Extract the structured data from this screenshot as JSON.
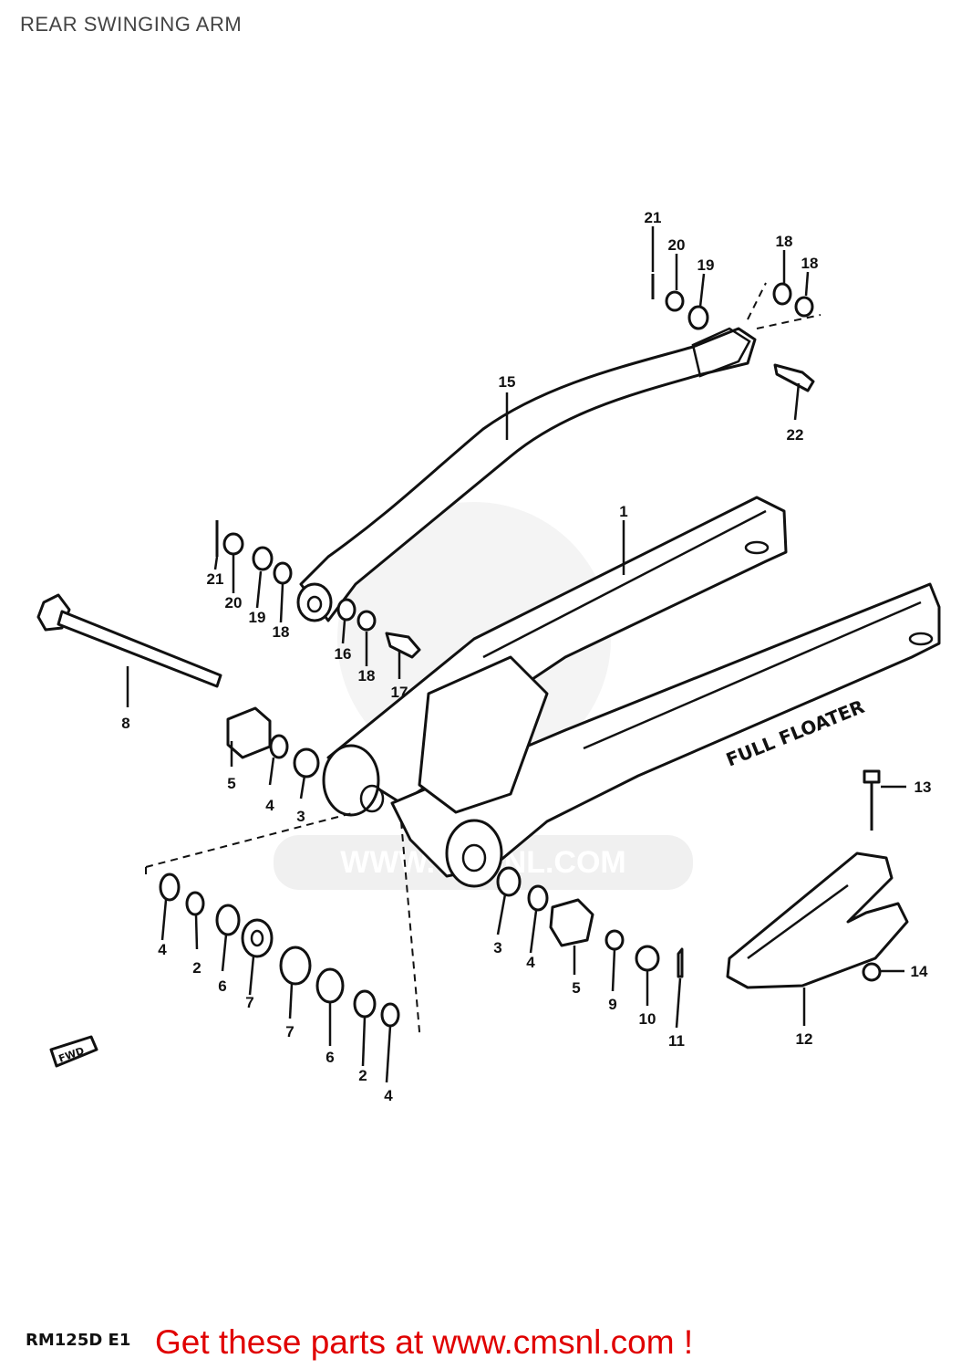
{
  "header": {
    "title": "REAR SWINGING ARM"
  },
  "diagram": {
    "watermark_text": "WWW.CMSNL.COM",
    "arm_side_text": "FULL FLOATER",
    "direction_arrow_text": "FWD",
    "callouts": [
      "1",
      "2",
      "3",
      "4",
      "5",
      "6",
      "7",
      "8",
      "9",
      "10",
      "11",
      "12",
      "13",
      "14",
      "15",
      "16",
      "17",
      "18",
      "19",
      "20",
      "21",
      "22"
    ]
  },
  "footer": {
    "model_code": "RM125D E1",
    "cta_text": "Get these parts at www.cmsnl.com !"
  }
}
